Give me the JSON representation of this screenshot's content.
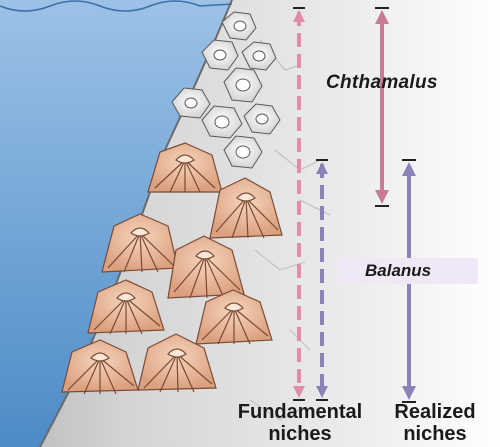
{
  "labels": {
    "chthamalus": "Chthamalus",
    "balanus": "Balanus",
    "fundamental_line1": "Fundamental",
    "fundamental_line2": "niches",
    "realized_line1": "Realized",
    "realized_line2": "niches"
  },
  "colors": {
    "water_top": "#8db6dd",
    "water_bottom": "#4d8bc7",
    "rock": "#d9d9d9",
    "balanus_shell": "#e8b899",
    "chthamalus_shell": "#f2f2f2",
    "chthamalus_arrow": "#c97a97",
    "balanus_arrow": "#8c82b8",
    "fundamental_chthamalus_dashed": "#e08da7",
    "fundamental_balanus_dashed": "#8c82b8",
    "balanus_label_bg": "#f1e8f7"
  },
  "arrows": [
    {
      "name": "chthamalus-fundamental",
      "style": "dashed"
    },
    {
      "name": "balanus-fundamental",
      "style": "dashed"
    },
    {
      "name": "chthamalus-realized",
      "style": "solid"
    },
    {
      "name": "balanus-realized",
      "style": "solid"
    }
  ]
}
